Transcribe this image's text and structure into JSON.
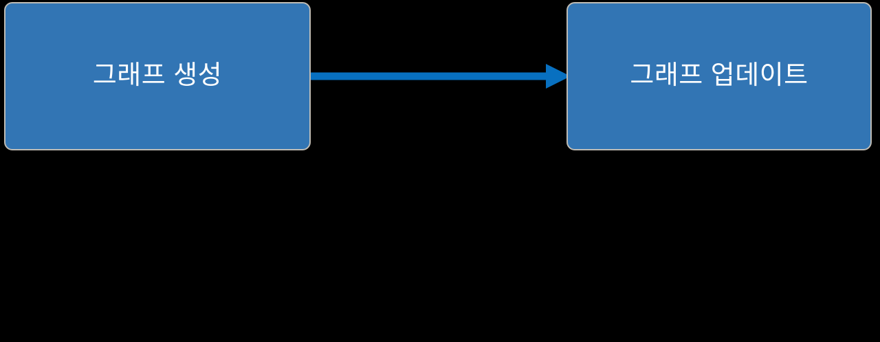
{
  "diagram": {
    "type": "flowchart",
    "orientation": "left-to-right",
    "background_color": "#000000",
    "nodes": [
      {
        "id": "graph-create",
        "label": "그래프 생성",
        "shape": "rounded-rectangle",
        "fill_color": "#3275B4",
        "border_color": "#BFBCB5",
        "text_color": "#FFFFFF"
      },
      {
        "id": "graph-update",
        "label": "그래프 업데이트",
        "shape": "rounded-rectangle",
        "fill_color": "#3275B4",
        "border_color": "#BFBCB5",
        "text_color": "#FFFFFF"
      }
    ],
    "edges": [
      {
        "id": "create-to-update",
        "from": "graph-create",
        "to": "graph-update",
        "label": "",
        "style": "solid",
        "arrowhead": "filled-triangle",
        "direction": "right",
        "color": "#0870C0"
      }
    ]
  }
}
